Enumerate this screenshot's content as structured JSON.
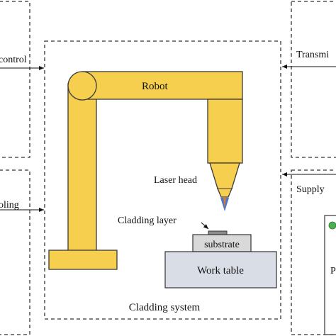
{
  "labels": {
    "control": "control",
    "cooling": "oling",
    "transmit": "Transmi",
    "supply": "Supply",
    "robot": "Robot",
    "laser_head": "Laser head",
    "cladding_layer": "Cladding layer",
    "substrate": "substrate",
    "work_table": "Work table",
    "cladding_system": "Cladding system",
    "partial_right_glyph": "P"
  },
  "colors": {
    "robot_fill": "#f5cf4d",
    "robot_stroke": "#3a3a3a",
    "work_table_fill": "#d9dde6",
    "substrate_fill": "#d9d9d9",
    "cladding_layer_fill": "#8c8c8c",
    "laser_beam_blue": "#4a78c8",
    "laser_beam_orange": "#e0782a",
    "partial_green_dot": "#4caf50",
    "dashed_box_stroke": "#333333"
  }
}
